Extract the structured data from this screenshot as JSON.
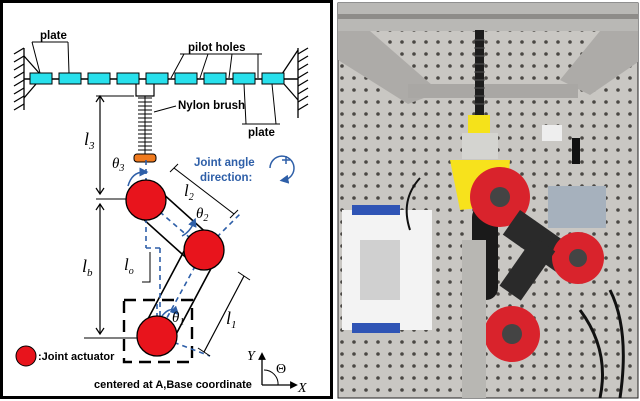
{
  "left_panel": {
    "labels": {
      "plate_top": "plate",
      "pilot_holes": "pilot holes",
      "nylon_brush": "Nylon brush",
      "plate_right": "plate",
      "joint_angle_line1": "Joint angle",
      "joint_angle_line2": "direction:",
      "joint_actuator": ":Joint actuator",
      "base_coordinate": "centered at A,Base coordinate",
      "axis_y": "Y",
      "axis_x": "X",
      "theta_big": "Θ"
    },
    "math": {
      "l3": "l",
      "l3_sub": "3",
      "l2": "l",
      "l2_sub": "2",
      "lb": "l",
      "lb_sub": "b",
      "lo": "l",
      "lo_sub": "o",
      "l1": "l",
      "l1_sub": "1",
      "theta1": "θ",
      "theta1_sub": "1",
      "theta2": "θ",
      "theta2_sub": "2",
      "theta3": "θ",
      "theta3_sub": "3"
    },
    "colors": {
      "plate": "#28e0ec",
      "joint": "#e8141c",
      "brush_tip": "#f07a1e",
      "dashed": "#2e5fa8"
    }
  },
  "right_panel": {
    "description_icon": "photo-of-robot-arm"
  }
}
